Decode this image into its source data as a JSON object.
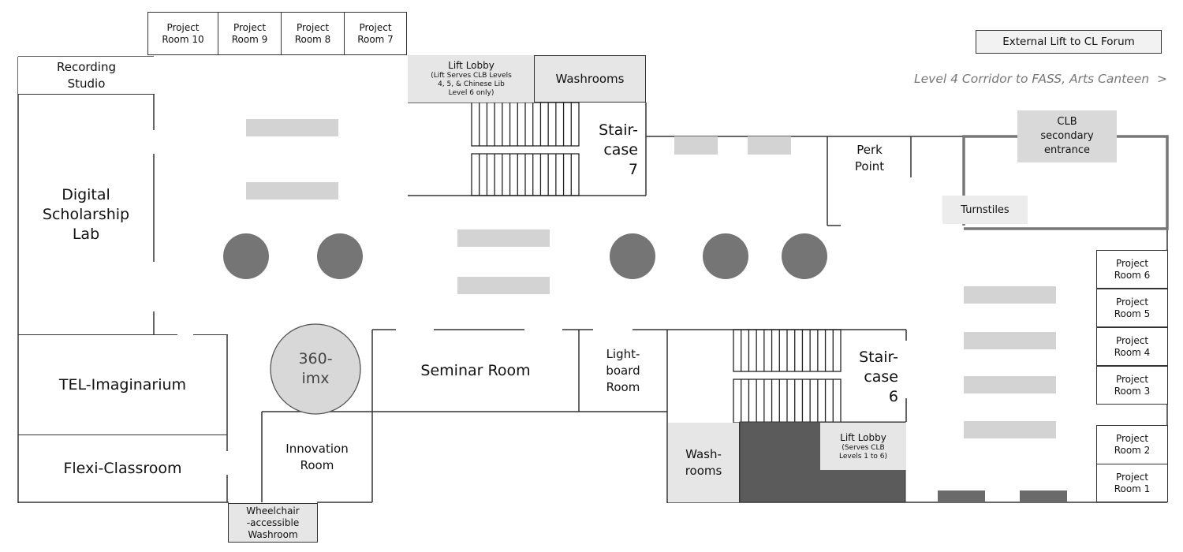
{
  "rooms": {
    "project_room_10": "Project\nRoom 10",
    "project_room_9": "Project\nRoom 9",
    "project_room_8": "Project\nRoom 8",
    "project_room_7": "Project\nRoom 7",
    "recording_studio": "Recording\nStudio",
    "digital_scholarship_lab": "Digital\nScholarship\nLab",
    "tel_imaginarium": "TEL-Imaginarium",
    "flexi_classroom": "Flexi-Classroom",
    "wheelchair_washroom": "Wheelchair\n-accessible\nWashroom",
    "innovation_room": "Innovation\nRoom",
    "imx_360": "360-\nimx",
    "seminar_room": "Seminar Room",
    "lightboard_room": "Light-\nboard\nRoom",
    "lift_lobby_top": "Lift Lobby",
    "lift_lobby_top_note": "(Lift Serves CLB Levels\n4, 5, & Chinese Lib\nLevel 6 only)",
    "washrooms_top": "Washrooms",
    "staircase_7": "Stair-\ncase\n7",
    "staircase_6": "Stair-\ncase\n6",
    "washrooms_bottom": "Wash-\nrooms",
    "lift_lobby_bottom": "Lift Lobby",
    "lift_lobby_bottom_note": "(Serves CLB\nLevels 1 to 6)",
    "perk_point": "Perk\nPoint",
    "clb_secondary_entrance": "CLB\nsecondary\nentrance",
    "turnstiles": "Turnstiles",
    "project_room_6": "Project\nRoom 6",
    "project_room_5": "Project\nRoom 5",
    "project_room_4": "Project\nRoom 4",
    "project_room_3": "Project\nRoom 3",
    "project_room_2": "Project\nRoom 2",
    "project_room_1": "Project\nRoom 1"
  },
  "labels": {
    "external_lift": "External Lift to CL Forum",
    "corridor": "Level 4 Corridor to FASS, Arts Canteen  >"
  },
  "colors": {
    "wall": "#333333",
    "table": "#d3d3d3",
    "column": "#757575",
    "lift_shaft": "#5b5b5b",
    "gray_room": "#e6e6e6",
    "entrance_frame": "#777777"
  }
}
